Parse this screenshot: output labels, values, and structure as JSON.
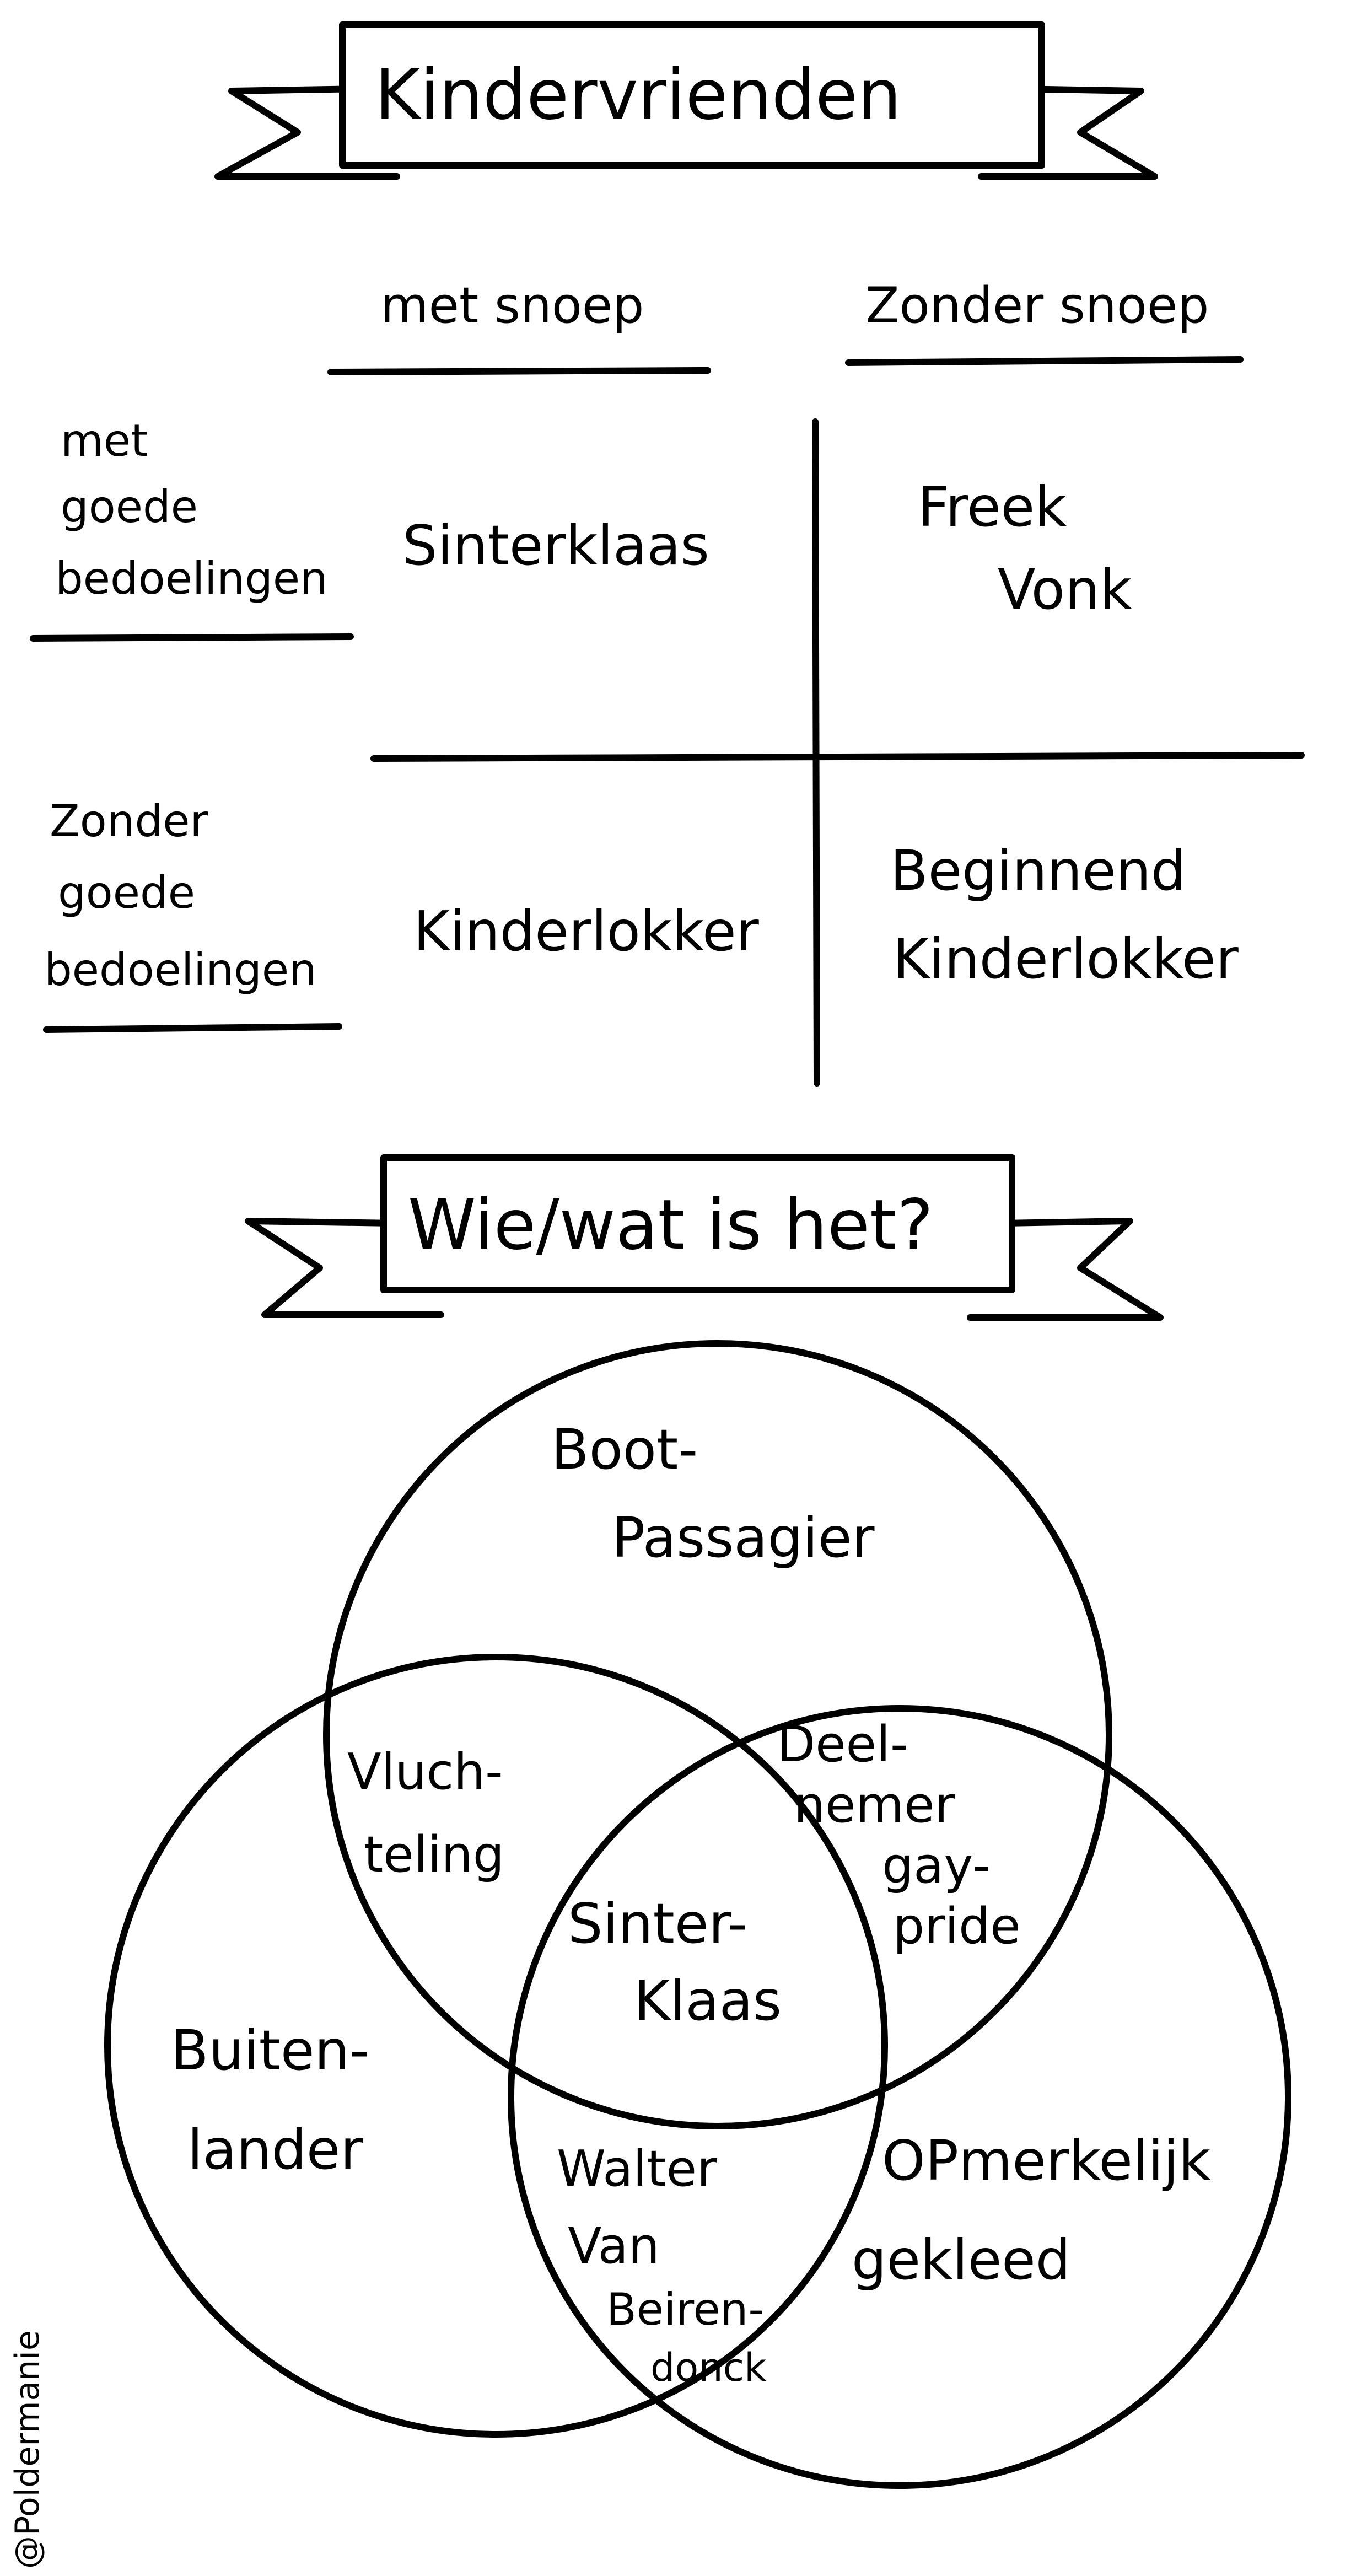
{
  "matrix": {
    "title": "Kindervrienden",
    "columns": [
      "met snoep",
      "Zonder snoep"
    ],
    "rows": [
      {
        "label": [
          "met",
          "goede",
          "bedoelingen"
        ],
        "cells": [
          [
            "Sinterklaas"
          ],
          [
            "Freek",
            "Vonk"
          ]
        ]
      },
      {
        "label": [
          "Zonder",
          "goede",
          "bedoelingen"
        ],
        "cells": [
          [
            "Kinderlokker"
          ],
          [
            "Beginnend",
            "Kinderlokker"
          ]
        ]
      }
    ]
  },
  "venn": {
    "title": "Wie/wat is het?",
    "sets": {
      "top": [
        "Boot-",
        "Passagier"
      ],
      "left": [
        "Buiten-",
        "lander"
      ],
      "right": [
        "OPmerkelijk",
        "gekleed"
      ]
    },
    "intersections": {
      "top_left": [
        "Vluch-",
        "teling"
      ],
      "top_right": [
        "Deel-",
        "nemer",
        "gay-",
        "pride"
      ],
      "left_right": [
        "Walter",
        "Van",
        "Beiren-",
        "donck"
      ],
      "all": [
        "Sinter-",
        "Klaas"
      ]
    }
  },
  "credit": "@Poldermanie"
}
